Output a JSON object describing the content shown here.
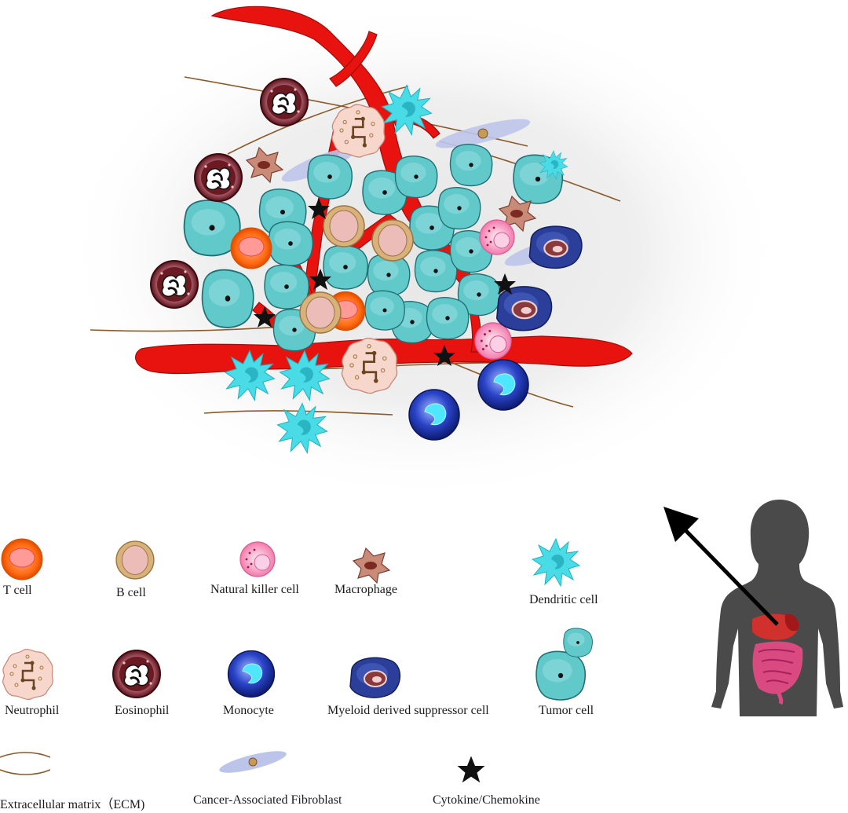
{
  "legend": {
    "t_cell": "T cell",
    "b_cell": "B cell",
    "nk_cell": "Natural killer cell",
    "macrophage": "Macrophage",
    "dendritic_cell": "Dendritic cell",
    "neutrophil": "Neutrophil",
    "eosinophil": "Eosinophil",
    "monocyte": "Monocyte",
    "mdsc": "Myeloid derived suppressor cell",
    "tumor_cell": "Tumor cell",
    "ecm": "Extracellular matrix（ECM)",
    "caf": "Cancer-Associated Fibroblast",
    "cytokine": "Cytokine/Chemokine"
  },
  "colors": {
    "vessel": "#e8130f",
    "tumor": "#5cc6c8",
    "dendritic": "#4fe0ea",
    "t_cell": "#ff7a1c",
    "b_cell": "#c9a06a",
    "nk": "#f49ac0",
    "macrophage": "#b5766a",
    "eosinophil": "#6e1e22",
    "monocyte": "#1f2f9a",
    "mdsc": "#2f3f8f",
    "caf": "#b9c2e6",
    "ecm": "#8a5a2a",
    "body": "#4a4a4a"
  }
}
